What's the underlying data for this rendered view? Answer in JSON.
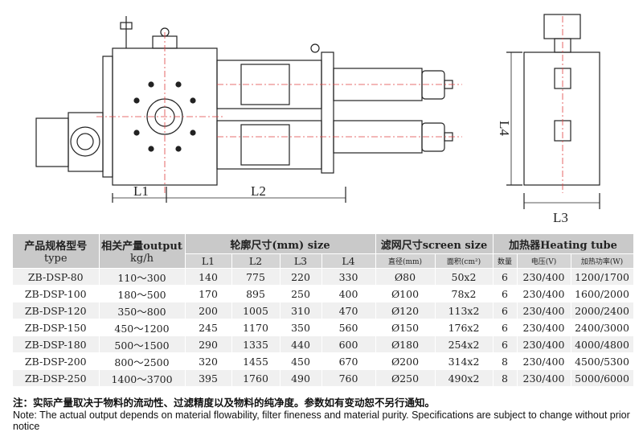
{
  "drawing": {
    "labels": {
      "l1": "L1",
      "l2": "L2",
      "l3": "L3",
      "l4": "L4"
    }
  },
  "table": {
    "header": {
      "type_cn": "产品规格型号",
      "type_en": "type",
      "output_cn": "相关产量output",
      "output_unit": "kg/h",
      "size": "轮廓尺寸(mm) size",
      "screen": "滤网尺寸screen size",
      "heating": "加热器Heating tube"
    },
    "subheader": [
      "L1",
      "L2",
      "L3",
      "L4",
      "直径(mm)",
      "面积(cm²)",
      "数量",
      "电压(V)",
      "加热功率(W)"
    ],
    "rows": [
      [
        "ZB-DSP-80",
        "110～300",
        "140",
        "775",
        "220",
        "330",
        "Ø80",
        "50x2",
        "6",
        "230/400",
        "1200/1700"
      ],
      [
        "ZB-DSP-100",
        "180～500",
        "170",
        "895",
        "250",
        "400",
        "Ø100",
        "78x2",
        "6",
        "230/400",
        "1600/2000"
      ],
      [
        "ZB-DSP-120",
        "350～800",
        "200",
        "1005",
        "310",
        "470",
        "Ø120",
        "113x2",
        "6",
        "230/400",
        "2000/2400"
      ],
      [
        "ZB-DSP-150",
        "450～1200",
        "245",
        "1170",
        "350",
        "560",
        "Ø150",
        "176x2",
        "6",
        "230/400",
        "2400/3000"
      ],
      [
        "ZB-DSP-180",
        "500～1500",
        "290",
        "1335",
        "440",
        "600",
        "Ø180",
        "254x2",
        "6",
        "230/400",
        "4000/4800"
      ],
      [
        "ZB-DSP-200",
        "800～2500",
        "320",
        "1455",
        "450",
        "670",
        "Ø200",
        "314x2",
        "8",
        "230/400",
        "4500/5300"
      ],
      [
        "ZB-DSP-250",
        "1400～3700",
        "395",
        "1760",
        "490",
        "760",
        "Ø250",
        "490x2",
        "8",
        "230/400",
        "5000/6000"
      ]
    ]
  },
  "notes": {
    "cn": "注：实际产量取决于物料的流动性、过滤精度以及物料的纯净度。参数如有变动恕不另行通知。",
    "en": "Note: The actual output depends on material flowability, filter fineness and material purity. Specifications are subject to change without prior notice"
  }
}
